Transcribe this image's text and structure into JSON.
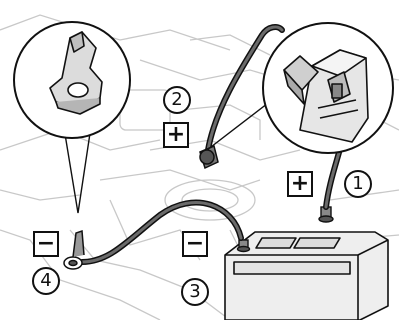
{
  "labels": {
    "step1": {
      "number": "1",
      "sign": "+"
    },
    "step2": {
      "number": "2",
      "sign": "+"
    },
    "step3": {
      "number": "3",
      "sign": "−"
    },
    "step4": {
      "number": "4",
      "sign": "−"
    }
  },
  "colors": {
    "line": "#111111",
    "background": "#ffffff",
    "engine_sketch": "#c8c8c8",
    "component_fill": "#eeeeee",
    "cable": "#3a3a3a"
  }
}
